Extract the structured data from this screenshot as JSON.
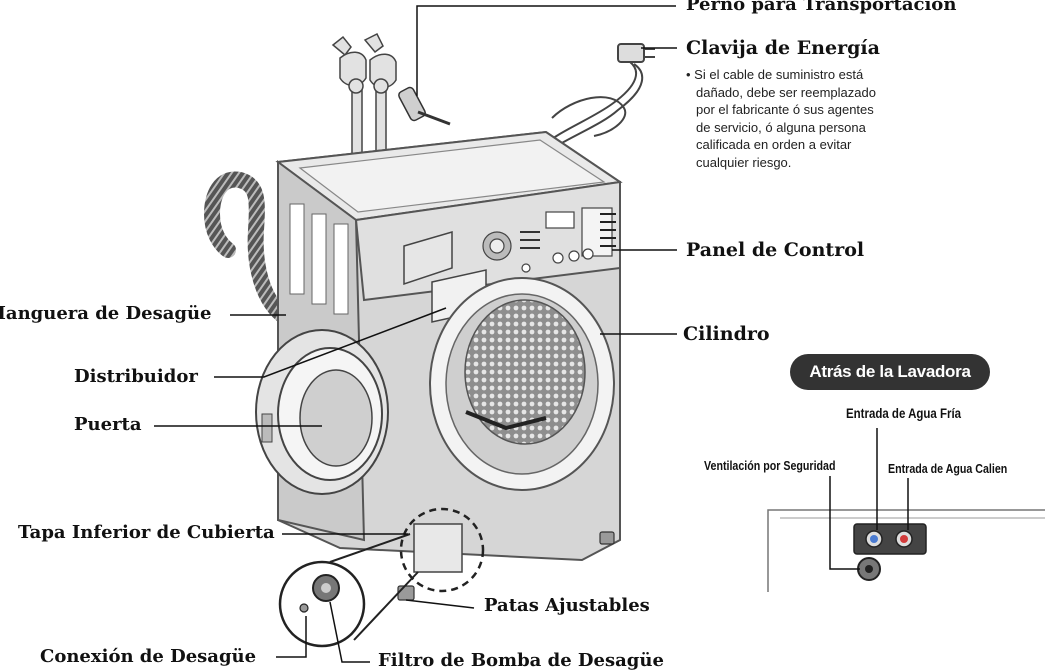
{
  "labels": {
    "transport_bolt": "Perno para Transportación",
    "power_plug": "Clavija de Energía",
    "control_panel": "Panel de Control",
    "drum": "Cilindro",
    "drain_hose": "Manguera de Desagüe",
    "dispenser": "Distribuidor",
    "door": "Puerta",
    "lower_cover_cap": "Tapa Inferior de Cubierta",
    "adjustable_feet": "Patas Ajustables",
    "drain_connection": "Conexión de Desagüe",
    "drain_pump_filter": "Filtro de Bomba de Desagüe"
  },
  "power_note": {
    "lines": [
      "• Si el cable de suministro está",
      "dañado, debe ser reemplazado",
      "por el fabricante ó sus agentes",
      "de servicio, ó alguna persona",
      "calificada en orden a evitar",
      "cualquier riesgo."
    ]
  },
  "back_view": {
    "title": "Atrás de la Lavadora",
    "cold_inlet": "Entrada de Agua Fría",
    "hot_inlet": "Entrada de Agua Calien",
    "safety_vent": "Ventilación por Seguridad"
  },
  "colors": {
    "cold_valve": "#4a7bd1",
    "hot_valve": "#d23a3a",
    "body_shade": "#d6d6d6"
  }
}
